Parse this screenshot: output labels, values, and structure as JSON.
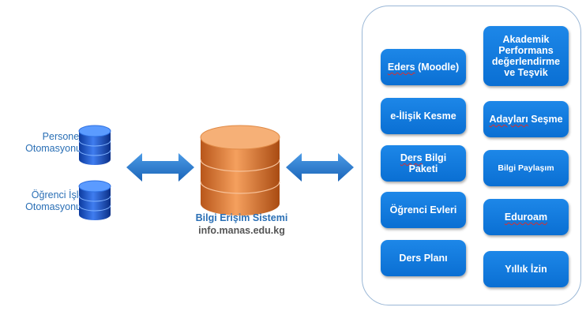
{
  "left": {
    "personel_line1": "Personel",
    "personel_line2": "Otomasyonu",
    "ogrenci_line1": "Öğrenci İşl.",
    "ogrenci_line2": "Otomasyonu"
  },
  "center": {
    "title": "Bilgi Erişim Sistemi",
    "subtitle": "info.manas.edu.kg"
  },
  "panel": {
    "eders": "Eders",
    "eders_suffix": " (Moodle)",
    "akademik_line1": "Akademik",
    "akademik_line2": "Performans",
    "akademik_line3": "değerlendirme",
    "akademik_line4": "ve Teşvik",
    "eilisik": "e-İlişik Kesme",
    "adaylari": "Adayları",
    "secme": " Seşme",
    "ders_bilgi": "Ders",
    "ders_bilgi_2": " Bilgi",
    "paketi": "Paketi",
    "bilgi_paylasim": "Bilgi Paylaşım",
    "ogrenci_evleri": "Öğrenci Evleri",
    "eduroam": "Eduroam",
    "ders_plani": "Ders Planı",
    "yillik_izin": "Yıllık İzin"
  },
  "colors": {
    "button": "#0a6fd3",
    "label": "#2a6fb5",
    "database": "#e07a2e",
    "arrow": "#2478c9"
  }
}
